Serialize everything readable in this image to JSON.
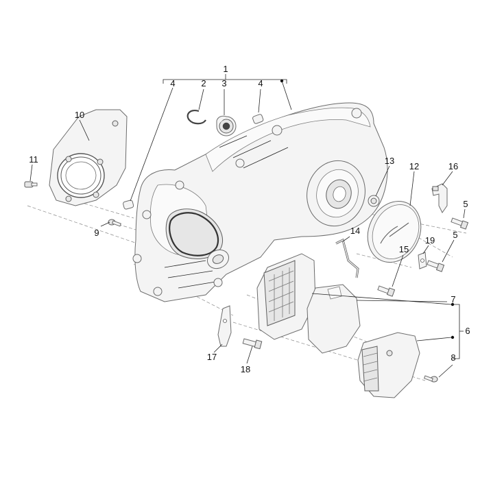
{
  "diagram": {
    "callouts": [
      {
        "id": "c1",
        "label": "1"
      },
      {
        "id": "c2",
        "label": "2"
      },
      {
        "id": "c3",
        "label": "3"
      },
      {
        "id": "c4a",
        "label": "4"
      },
      {
        "id": "c4b",
        "label": "4"
      },
      {
        "id": "c5a",
        "label": "5"
      },
      {
        "id": "c5b",
        "label": "5"
      },
      {
        "id": "c6",
        "label": "6"
      },
      {
        "id": "c7",
        "label": "7"
      },
      {
        "id": "c8",
        "label": "8"
      },
      {
        "id": "c9",
        "label": "9"
      },
      {
        "id": "c10",
        "label": "10"
      },
      {
        "id": "c11",
        "label": "11"
      },
      {
        "id": "c12",
        "label": "12"
      },
      {
        "id": "c13",
        "label": "13"
      },
      {
        "id": "c14",
        "label": "14"
      },
      {
        "id": "c15",
        "label": "15"
      },
      {
        "id": "c16",
        "label": "16"
      },
      {
        "id": "c17",
        "label": "17"
      },
      {
        "id": "c18",
        "label": "18"
      },
      {
        "id": "c19",
        "label": "19"
      }
    ]
  }
}
